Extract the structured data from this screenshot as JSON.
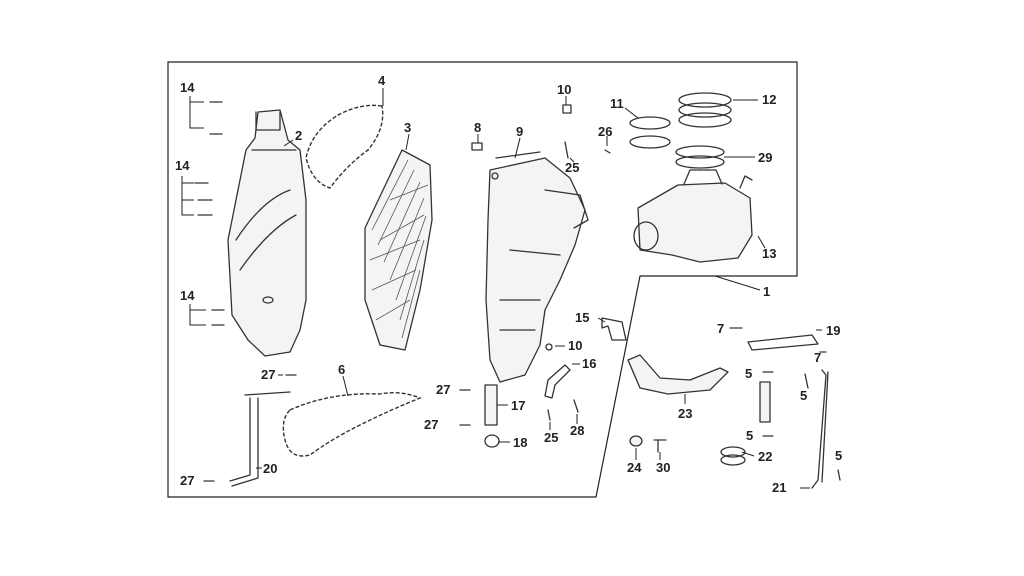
{
  "diagram": {
    "callouts": [
      {
        "id": "c-14a",
        "label": "14"
      },
      {
        "id": "c-14b",
        "label": "14"
      },
      {
        "id": "c-14c",
        "label": "14"
      },
      {
        "id": "c-2",
        "label": "2"
      },
      {
        "id": "c-4",
        "label": "4"
      },
      {
        "id": "c-3",
        "label": "3"
      },
      {
        "id": "c-8",
        "label": "8"
      },
      {
        "id": "c-9",
        "label": "9"
      },
      {
        "id": "c-10a",
        "label": "10"
      },
      {
        "id": "c-25a",
        "label": "25"
      },
      {
        "id": "c-26",
        "label": "26"
      },
      {
        "id": "c-11",
        "label": "11"
      },
      {
        "id": "c-12",
        "label": "12"
      },
      {
        "id": "c-29",
        "label": "29"
      },
      {
        "id": "c-13",
        "label": "13"
      },
      {
        "id": "c-1",
        "label": "1"
      },
      {
        "id": "c-15",
        "label": "15"
      },
      {
        "id": "c-10b",
        "label": "10"
      },
      {
        "id": "c-16",
        "label": "16"
      },
      {
        "id": "c-6",
        "label": "6"
      },
      {
        "id": "c-27a",
        "label": "27"
      },
      {
        "id": "c-27b",
        "label": "27"
      },
      {
        "id": "c-27c",
        "label": "27"
      },
      {
        "id": "c-27d",
        "label": "27"
      },
      {
        "id": "c-17",
        "label": "17"
      },
      {
        "id": "c-18",
        "label": "18"
      },
      {
        "id": "c-25b",
        "label": "25"
      },
      {
        "id": "c-28",
        "label": "28"
      },
      {
        "id": "c-20",
        "label": "20"
      },
      {
        "id": "c-23",
        "label": "23"
      },
      {
        "id": "c-24",
        "label": "24"
      },
      {
        "id": "c-30",
        "label": "30"
      },
      {
        "id": "c-7a",
        "label": "7"
      },
      {
        "id": "c-19",
        "label": "19"
      },
      {
        "id": "c-7b",
        "label": "7"
      },
      {
        "id": "c-5a",
        "label": "5"
      },
      {
        "id": "c-5b",
        "label": "5"
      },
      {
        "id": "c-5c",
        "label": "5"
      },
      {
        "id": "c-5d",
        "label": "5"
      },
      {
        "id": "c-22",
        "label": "22"
      },
      {
        "id": "c-21",
        "label": "21"
      }
    ]
  }
}
